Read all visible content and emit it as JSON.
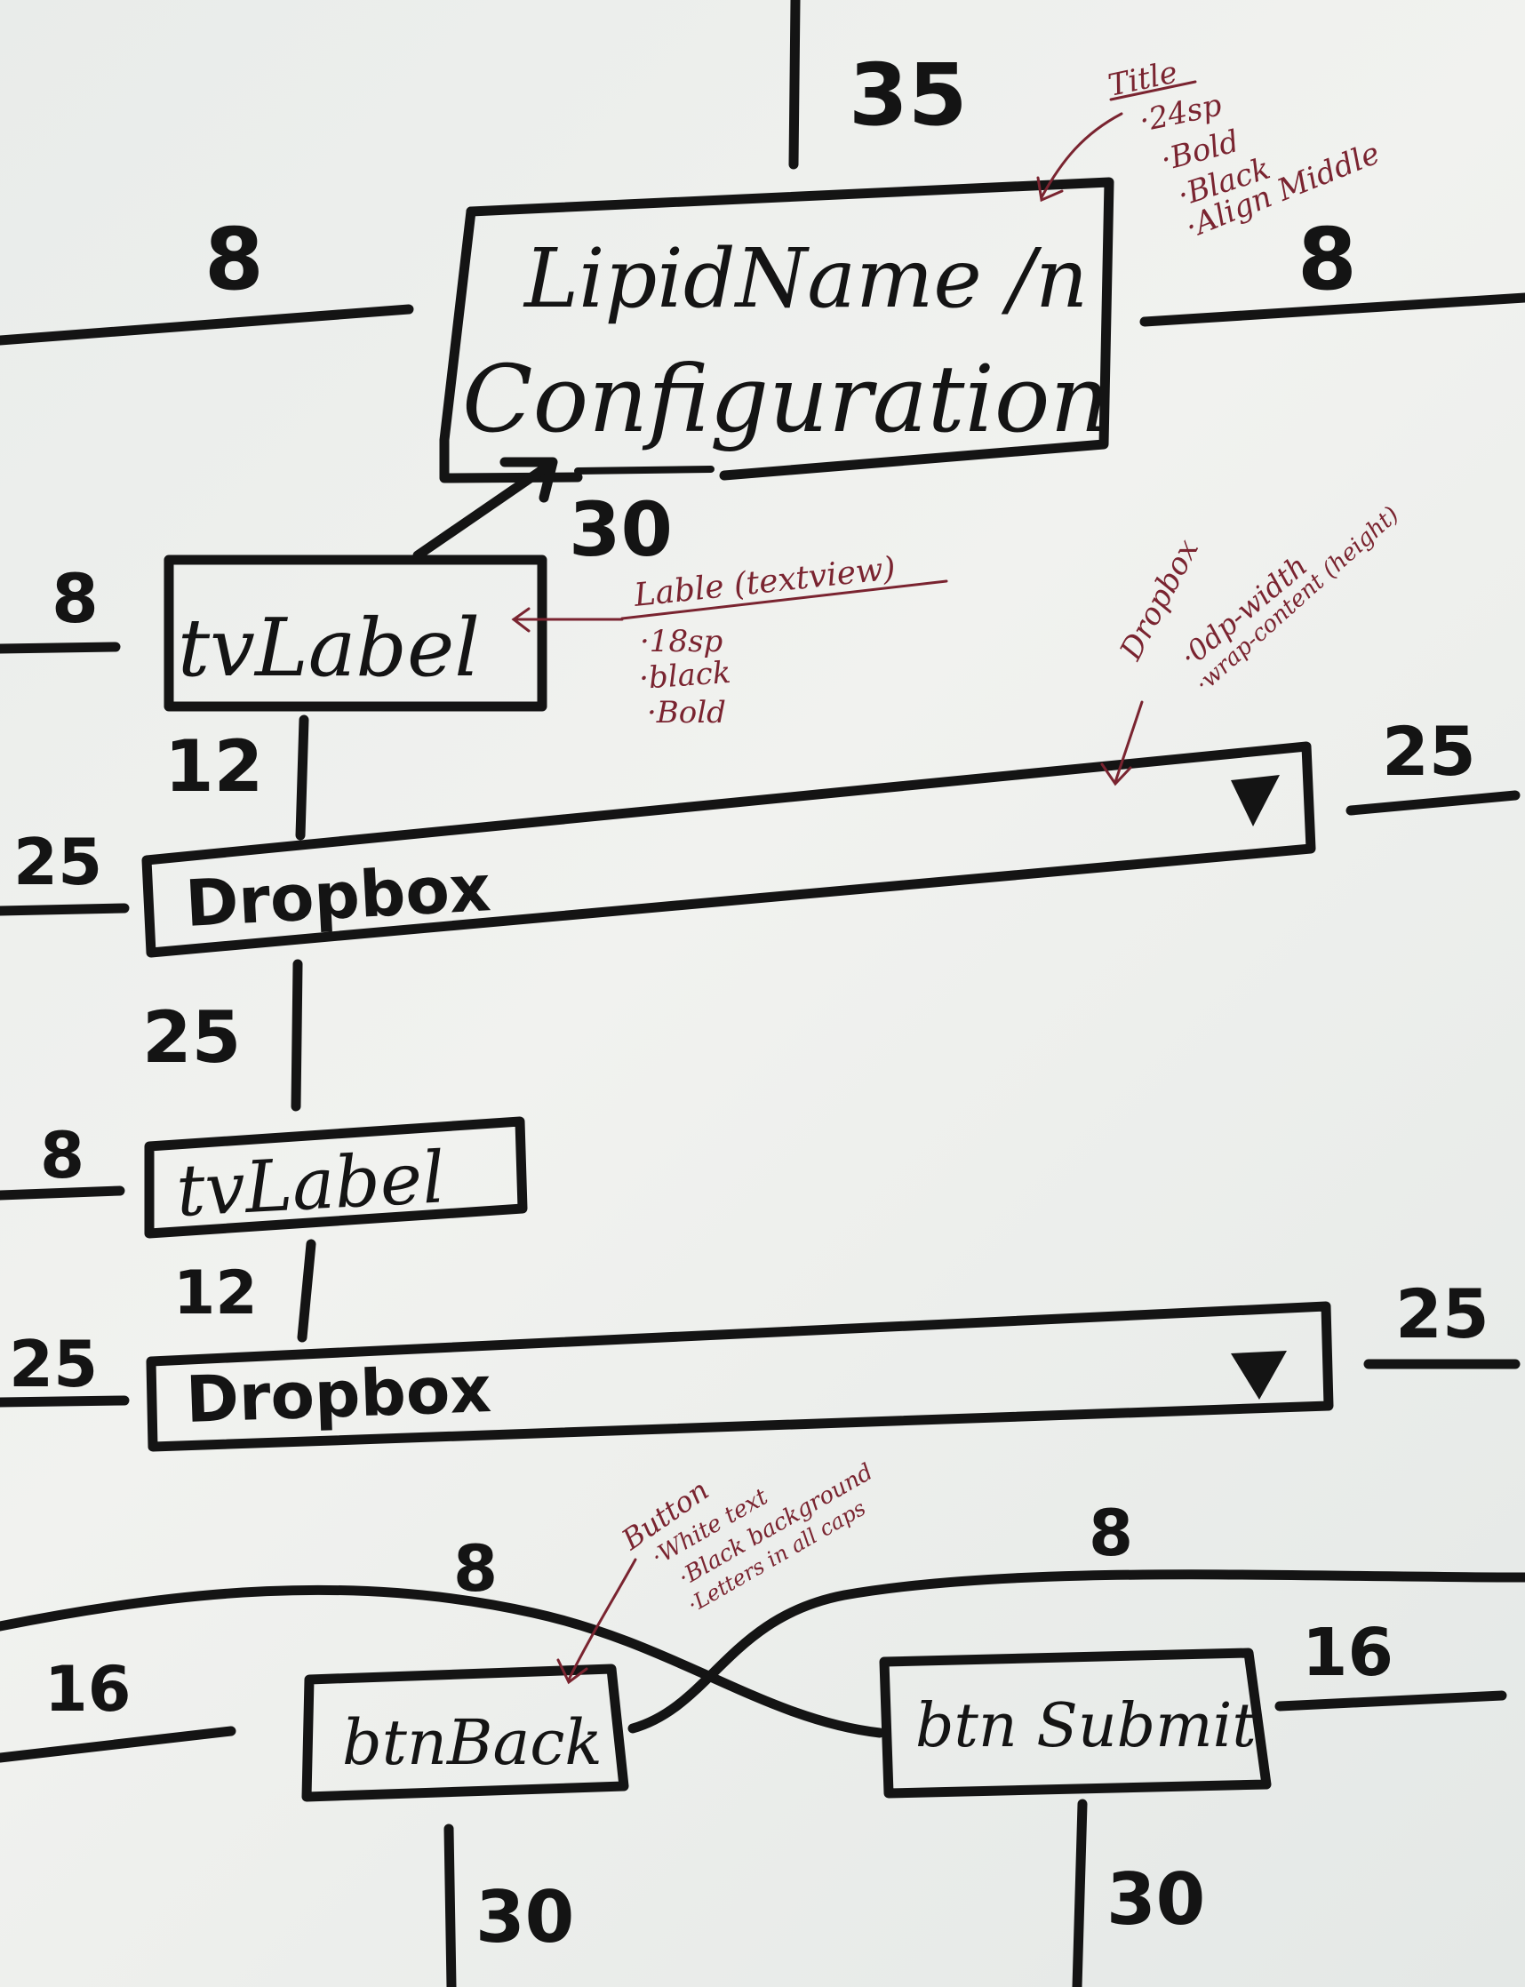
{
  "title": {
    "line1": "LipidName /n",
    "line2": "Configuration",
    "note_heading": "Title",
    "note_items": [
      "·24sp",
      "·Bold",
      "·Black",
      "·Align Middle"
    ]
  },
  "label_note": {
    "heading": "Lable (textview)",
    "items": [
      "·18sp",
      "·black",
      "·Bold"
    ]
  },
  "dropbox_note": {
    "heading": "Dropbox",
    "items": [
      "·0dp-width",
      "·wrap-content (height)"
    ]
  },
  "button_note": {
    "heading": "Button",
    "items": [
      "·White text",
      "·Black background",
      "·Letters in all caps"
    ]
  },
  "labels": {
    "tv1": "tvLabel",
    "tv2": "tvLabel"
  },
  "dropboxes": {
    "d1": "Dropbox",
    "d2": "Dropbox"
  },
  "buttons": {
    "back": "btnBack",
    "submit": "btn Submit"
  },
  "dimensions": {
    "top": "35",
    "title_left": "8",
    "title_right": "8",
    "title_bottom": "30",
    "tv1_left": "8",
    "tv1_gap": "12",
    "d1_left": "25",
    "d1_right": "25",
    "d1_gap": "25",
    "tv2_left": "8",
    "tv2_gap": "12",
    "d2_left": "25",
    "d2_right": "25",
    "btn_left": "16",
    "btn_right": "16",
    "btn_cross_left": "8",
    "btn_cross_right": "8",
    "back_bottom": "30",
    "submit_bottom": "30"
  },
  "colors": {
    "ink": "#141414",
    "annotation": "#7a2430",
    "paper": "#eceeeb"
  }
}
